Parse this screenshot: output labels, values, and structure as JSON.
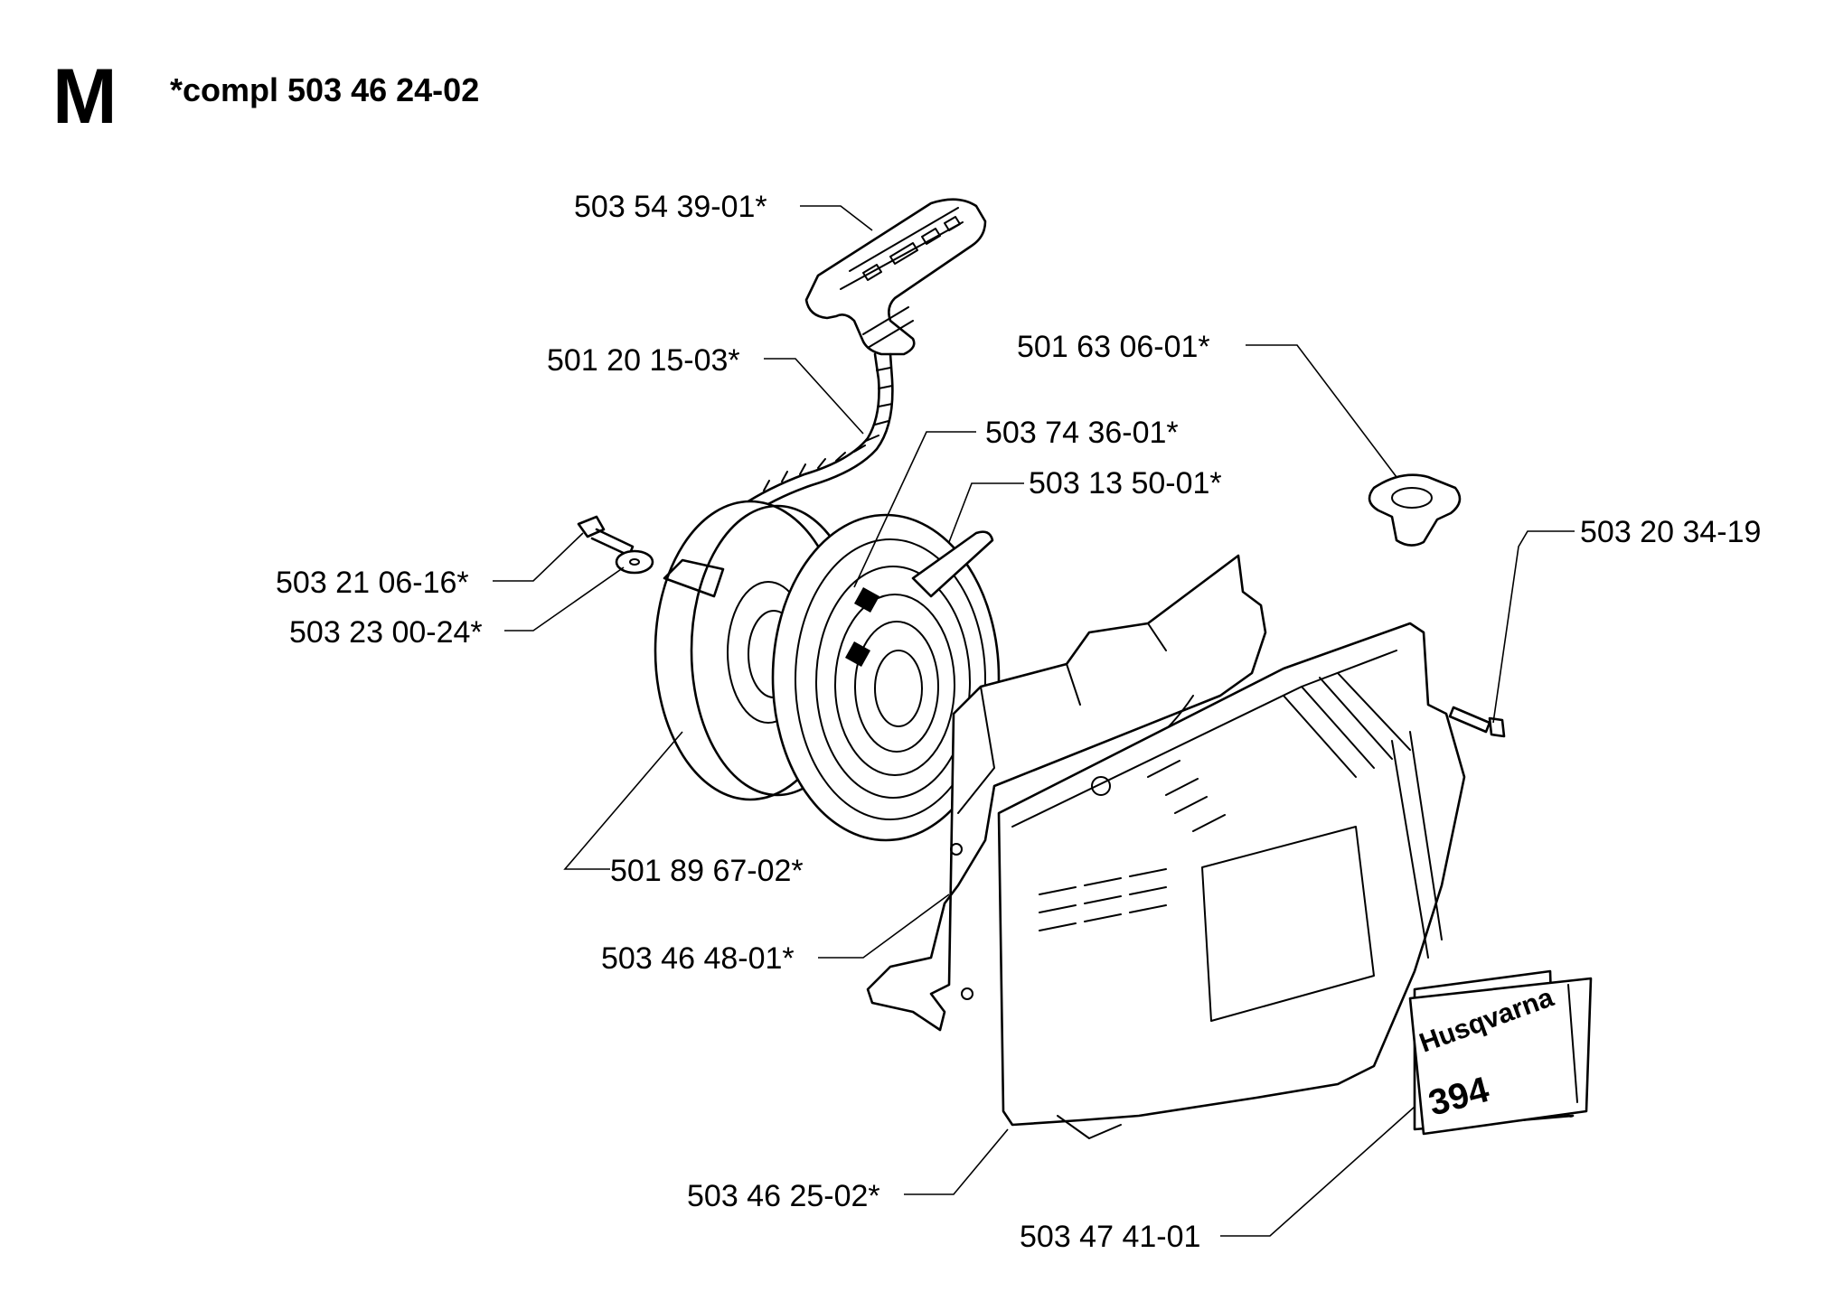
{
  "header": {
    "section_letter": "M",
    "complete_assembly": "*compl 503 46 24-02"
  },
  "parts": [
    {
      "id": "starter-handle",
      "number": "503 54 39-01*"
    },
    {
      "id": "starter-rope",
      "number": "501 20 15-03*"
    },
    {
      "id": "rope-guide-bushing",
      "number": "501 63 06-01*"
    },
    {
      "id": "rope-pulley",
      "number": "503 74 36-01*"
    },
    {
      "id": "recoil-spring",
      "number": "503 13 50-01*"
    },
    {
      "id": "pulley-screw",
      "number": "503 21 06-16*"
    },
    {
      "id": "pulley-washer",
      "number": "503 23 00-24*"
    },
    {
      "id": "cover-screw",
      "number": "503 20 34-19"
    },
    {
      "id": "spring-cassette",
      "number": "501 89 67-02*"
    },
    {
      "id": "starter-housing-inner",
      "number": "503 46 48-01*"
    },
    {
      "id": "starter-cover",
      "number": "503 46 25-02*"
    },
    {
      "id": "decal",
      "number": "503 47 41-01"
    }
  ],
  "decal": {
    "brand": "Husqvarna",
    "model": "394"
  }
}
